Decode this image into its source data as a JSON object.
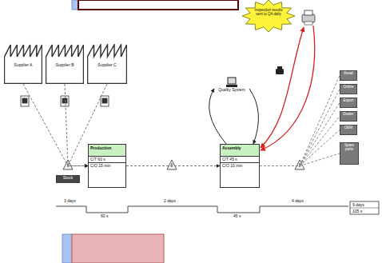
{
  "diagram": {
    "nodes": [
      {
        "text": [
          "Supplier A"
        ]
      },
      {
        "text": [
          "Supplier B"
        ]
      },
      {
        "text": [
          "Supplier C"
        ]
      },
      {
        "text": [
          "Stock"
        ]
      },
      {
        "text": [
          "Production",
          "C/T 60 s",
          "C/O 15 min"
        ]
      },
      {
        "text": [
          "Assembly",
          "C/T 45 s",
          "C/O 10 min"
        ]
      },
      {
        "text": [
          "Quality System"
        ]
      },
      {
        "text": [
          "Inspection results sent to QA daily"
        ]
      },
      {
        "text": [
          "Retail"
        ]
      },
      {
        "text": [
          "Online"
        ]
      },
      {
        "text": [
          "Export"
        ]
      },
      {
        "text": [
          "Dealer"
        ]
      },
      {
        "text": [
          "OEM"
        ]
      },
      {
        "text": [
          "Spare parts"
        ]
      }
    ],
    "edges": [
      {
        "from": 0,
        "to": 4,
        "arrow": "to"
      },
      {
        "from": 1,
        "to": 4,
        "arrow": "to"
      },
      {
        "from": 2,
        "to": 4,
        "arrow": "to"
      },
      {
        "from": 4,
        "to": 5,
        "arrow": "to"
      },
      {
        "from": 5,
        "to": 6,
        "arrow": "to"
      },
      {
        "from": 6,
        "to": 5,
        "arrow": "to"
      },
      {
        "from": 5,
        "to": 8,
        "arrow": "none"
      },
      {
        "from": 5,
        "to": 9,
        "arrow": "none"
      },
      {
        "from": 5,
        "to": 10,
        "arrow": "none"
      },
      {
        "from": 5,
        "to": 11,
        "arrow": "none"
      },
      {
        "from": 5,
        "to": 12,
        "arrow": "none"
      },
      {
        "from": 5,
        "to": 13,
        "arrow": "none"
      }
    ],
    "labels": [
      "3 days",
      "60 s",
      "2 days",
      "45 s",
      "4 days",
      "9 days",
      "105 s"
    ]
  }
}
